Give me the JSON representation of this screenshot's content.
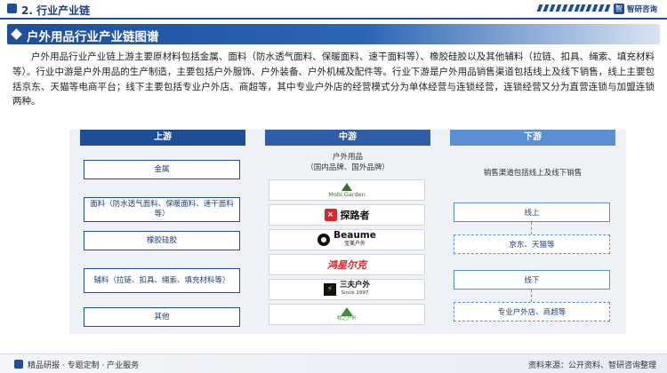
{
  "header": {
    "section_title": "2. 行业产业链",
    "brand_name": "智研咨询",
    "brand_logo_icon": "zhiyan-logo-icon"
  },
  "banner": {
    "title": "户外用品行业产业链图谱"
  },
  "paragraph": "户外用品行业产业链上游主要原材料包括金属、面料（防水透气面料、保暖面料、速干面料等）、橡胶硅胶以及其他辅料（拉链、扣具、绳索、填充材料等）。行业中游是户外用品的生产制造，主要包括户外服饰、户外装备、户外机械及配件等。行业下游是户外用品销售渠道包括线上及线下销售，线上主要包括京东、天猫等电商平台；线下主要包括专业户外店、商超等，其中专业户外店的经营模式分为单体经营与连锁经营，连锁经营又分为直营连锁与加盟连锁两种。",
  "diagram": {
    "upstream": {
      "title": "上游",
      "items": [
        "金属",
        "面料（防水透气面料、保暖面料、速干面料等）",
        "橡胶硅胶",
        "辅料（拉链、扣具、绳索、填充材料等）",
        "其他"
      ]
    },
    "midstream": {
      "title": "中游",
      "label": "户外用品",
      "sublabel": "（国内品牌、国外品牌）",
      "brands": [
        {
          "name": "Mobi Garden",
          "icon": "mobi-garden-logo"
        },
        {
          "name": "探路者",
          "icon": "toread-logo"
        },
        {
          "name": "Beaume",
          "sub": "宝美户外",
          "icon": "beaume-logo"
        },
        {
          "name": "鸿星尔克",
          "icon": "erke-logo"
        },
        {
          "name": "三夫户外",
          "sub": "Since 1997",
          "icon": "sanfu-logo"
        },
        {
          "name": "牧之户外",
          "icon": "muzhi-logo"
        }
      ]
    },
    "downstream": {
      "title": "下游",
      "label": "销售渠道包括线上及线下销售",
      "online": "线上",
      "online_detail": "京东、天猫等",
      "offline": "线下",
      "offline_detail": "专业户外店、商超等"
    }
  },
  "footer": {
    "left": "精品研报 · 专题定制 · 产业服务",
    "right": "资料来源：公开资料、智研咨询整理"
  }
}
